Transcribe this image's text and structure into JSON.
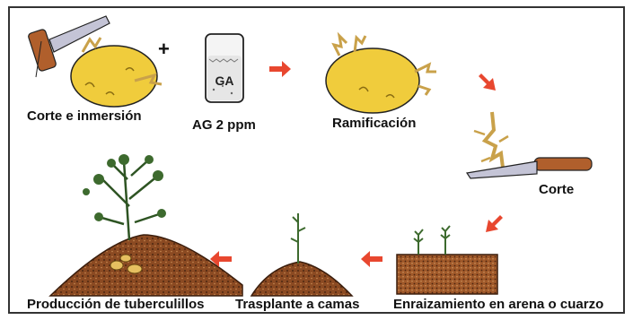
{
  "steps": {
    "cut_immersion": "Corte e inmersión",
    "ga_dose": "AG 2 ppm",
    "branching": "Ramificación",
    "cut": "Corte",
    "rooting": "Enraizamiento en arena o cuarzo",
    "transplant": "Trasplante a camas",
    "production": "Producción de tuberculillos"
  },
  "beaker_label": "GA",
  "plus_sign": "+",
  "colors": {
    "arrow": "#e8472f",
    "potato": "#f0cc3c",
    "soil": "#8b4a22",
    "plant": "#3d6a2e",
    "knife_handle": "#b05f2c",
    "blade": "#c4c4d6"
  }
}
